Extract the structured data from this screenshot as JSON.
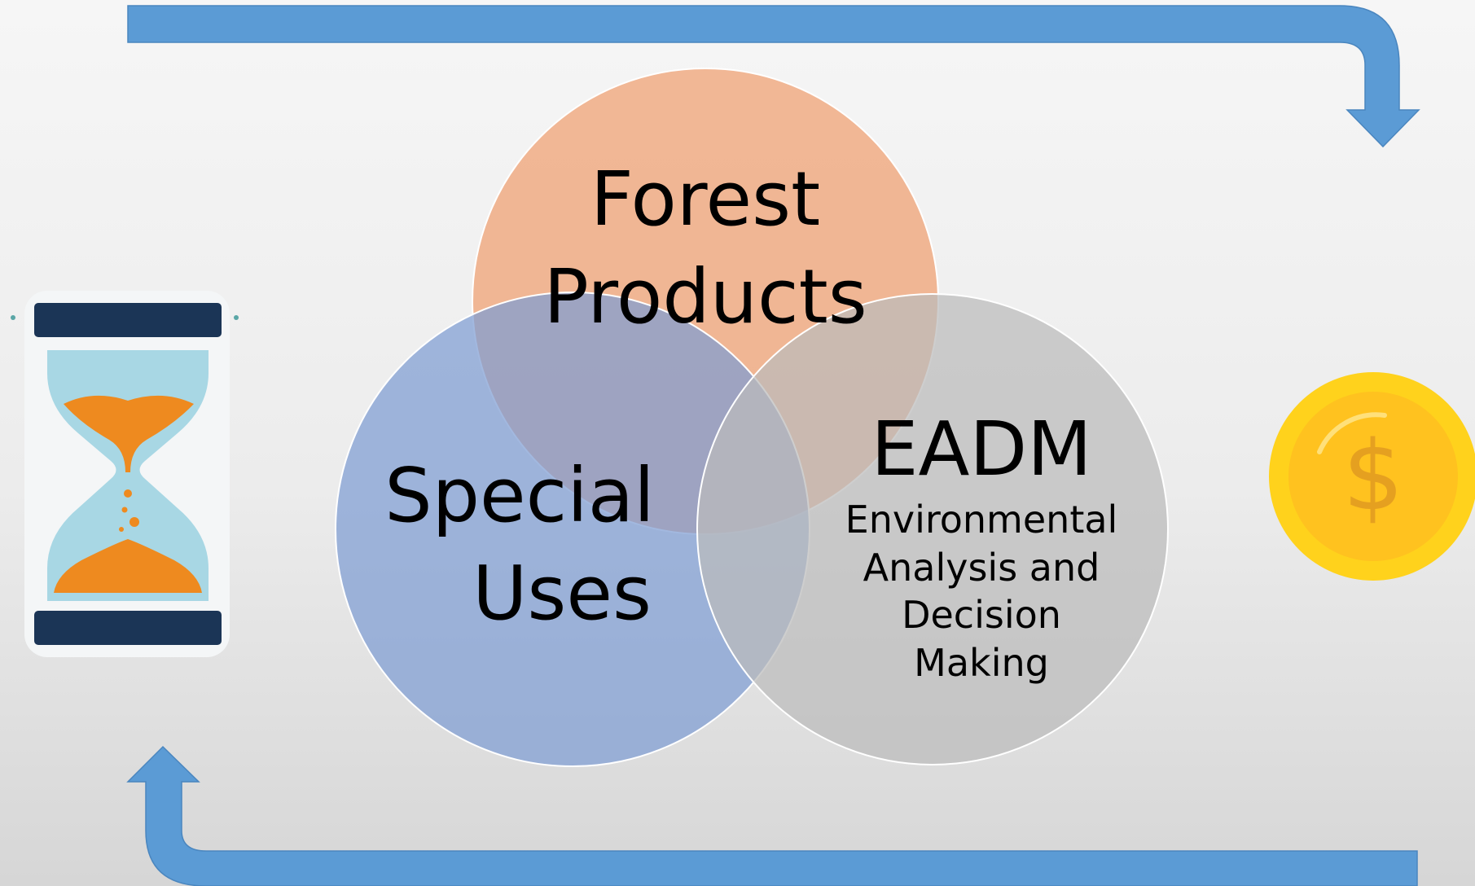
{
  "diagram": {
    "circles": [
      {
        "id": "forest-products",
        "lines": [
          "Forest",
          "Products"
        ],
        "color": "#EFA57A"
      },
      {
        "id": "special-uses",
        "lines": [
          "Special",
          "Uses"
        ],
        "color": "#7E9CD3"
      },
      {
        "id": "eadm",
        "title": "EADM",
        "lines": [
          "Environmental",
          "Analysis and",
          "Decision",
          "Making"
        ],
        "color": "#BBBBBB"
      }
    ],
    "arrow_color": "#5B9BD5",
    "icons": {
      "left": "hourglass-icon",
      "right": "dollar-coin-icon"
    },
    "icon_colors": {
      "hourglass_frame": "#1B3556",
      "hourglass_glass": "#A8D7E4",
      "hourglass_sand": "#EE8A1F",
      "coin_face": "#FFC81E",
      "coin_symbol": "#E5A020"
    }
  }
}
